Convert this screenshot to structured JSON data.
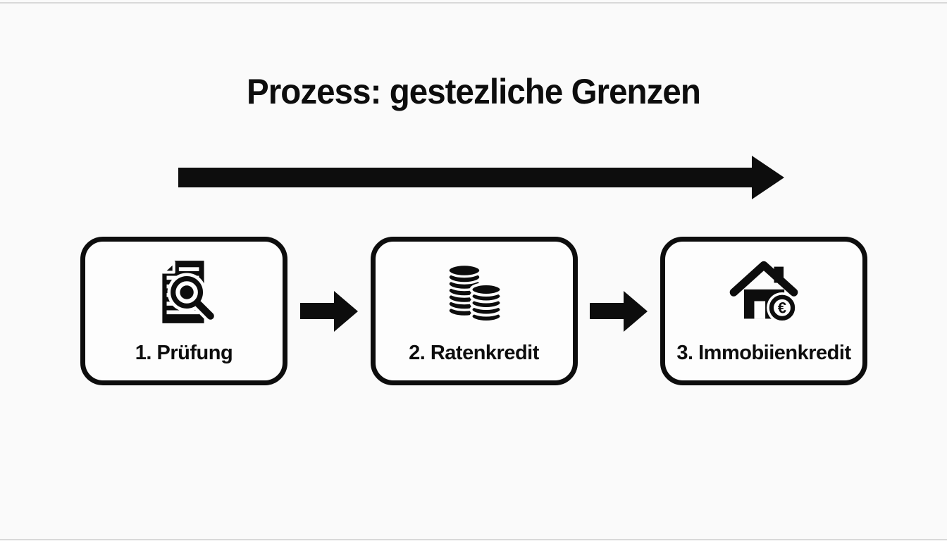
{
  "title": "Prozess: gestezliche Grenzen",
  "process": {
    "steps": [
      {
        "label": "1. Prüfung",
        "icon": "document-search-icon"
      },
      {
        "label": "2. Ratenkredit",
        "icon": "coins-icon"
      },
      {
        "label": "3. Immobiienkredit",
        "icon": "house-euro-icon"
      }
    ]
  },
  "icons": {
    "euro_symbol": "€"
  },
  "colors": {
    "background": "#fafafa",
    "ink": "#0d0d0d",
    "box_fill": "#fdfdfd",
    "edge_line": "#d9d9d9"
  }
}
